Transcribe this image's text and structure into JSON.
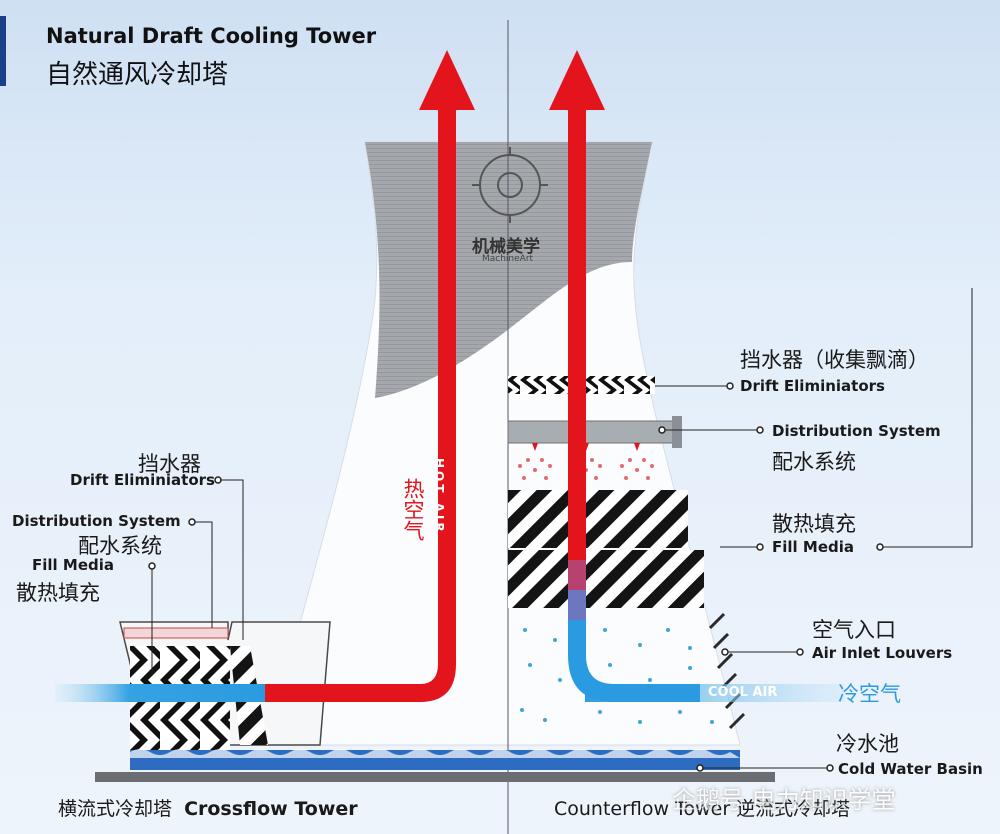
{
  "title": {
    "en": "Natural Draft Cooling Tower",
    "cn": "自然通风冷却塔"
  },
  "watermark": {
    "logo_cn": "机械美学",
    "logo_en": "MachineArt"
  },
  "crossflow": {
    "drift_cn": "挡水器",
    "drift_en": "Drift Eliminiators",
    "dist_en": "Distribution System",
    "dist_cn": "配水系统",
    "fill_en": "Fill Media",
    "fill_cn": "散热填充",
    "caption_cn": "横流式冷却塔",
    "caption_en": "Crossflow Tower"
  },
  "counterflow": {
    "drift_cn": "挡水器（收集飘滴）",
    "drift_en": "Drift Eliminiators",
    "dist_en": "Distribution System",
    "dist_cn": "配水系统",
    "fill_cn": "散热填充",
    "fill_en": "Fill Media",
    "inlet_cn": "空气入口",
    "inlet_en": "Air Inlet Louvers",
    "basin_cn": "冷水池",
    "basin_en": "Cold Water Basin",
    "caption": "Counterflow Tower 逆流式冷却塔"
  },
  "flows": {
    "hot_cn": "热空气",
    "hot_en": "HOT AIR",
    "cool_en": "COOL AIR",
    "cool_cn": "冷空气"
  },
  "footer_watermark": "企鹅号 电力知识学堂",
  "colors": {
    "hot": "#e3141b",
    "cool": "#2a9be0",
    "shell": "#9ea2a6",
    "frame": "#1f1f1f"
  }
}
